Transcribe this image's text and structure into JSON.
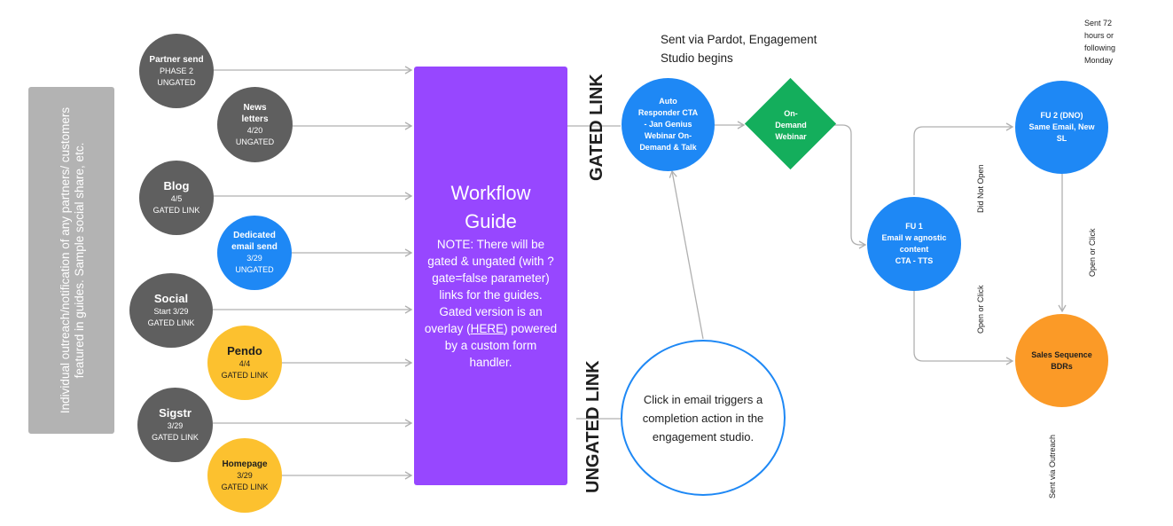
{
  "sidebar": {
    "text": "Individual outreach/notification of any partners/ customers featured in guides. Sample social share, etc."
  },
  "sources": [
    {
      "line1": "Partner send",
      "line2": "PHASE 2",
      "line3": "UNGATED"
    },
    {
      "line1": "News",
      "line1b": "letters",
      "line2": "4/20",
      "line3": "UNGATED"
    },
    {
      "line1": "Blog",
      "line2": "4/5",
      "line3": "GATED LINK"
    },
    {
      "line1": "Dedicated",
      "line1b": "email send",
      "line2": "3/29",
      "line3": "UNGATED"
    },
    {
      "line1": "Social",
      "line2": "Start 3/29",
      "line3": "GATED LINK"
    },
    {
      "line1": "Pendo",
      "line2": "4/4",
      "line3": "GATED LINK"
    },
    {
      "line1": "Sigstr",
      "line2": "3/29",
      "line3": "GATED LINK"
    },
    {
      "line1": "Homepage",
      "line2": "3/29",
      "line3": "GATED LINK"
    }
  ],
  "workflow": {
    "title_1": "Workflow",
    "title_2": "Guide",
    "note_pre": "NOTE: There will be gated & ungated (with ?gate=false parameter) links for the guides. Gated version is an overlay (",
    "note_link": "HERE",
    "note_post": ") powered by a custom form handler."
  },
  "labels": {
    "gated_link": "GATED LINK",
    "ungated_link": "UNGATED LINK",
    "pardot_note": "Sent via Pardot, Engagement Studio begins",
    "sent_72": [
      "Sent 72",
      "hours or",
      "following",
      "Monday"
    ],
    "did_not_open": "Did Not Open",
    "open_or_click_1": "Open or Click",
    "open_or_click_2": "Open or Click",
    "sent_via_outreach": "Sent via Outreach"
  },
  "nodes": {
    "auto_responder": [
      "Auto",
      "Responder CTA",
      "- Jan Genius",
      "Webinar On-",
      "Demand & Talk"
    ],
    "on_demand": [
      "On-",
      "Demand",
      "Webinar"
    ],
    "fu1": [
      "FU 1",
      "Email w agnostic",
      "content",
      "CTA - TTS"
    ],
    "fu2": [
      "FU 2 (DNO)",
      "Same Email, New",
      "SL"
    ],
    "sales": [
      "Sales Sequence",
      "BDRs"
    ],
    "click_email": "Click in email triggers a completion action in the engagement studio."
  },
  "colors": {
    "gray": "#5f5f5f",
    "blue": "#1e88f5",
    "yellow": "#fcc12f",
    "orange": "#fb9a27",
    "purple": "#9747ff",
    "green": "#14ae5c",
    "sidebar": "#b3b3b3"
  }
}
